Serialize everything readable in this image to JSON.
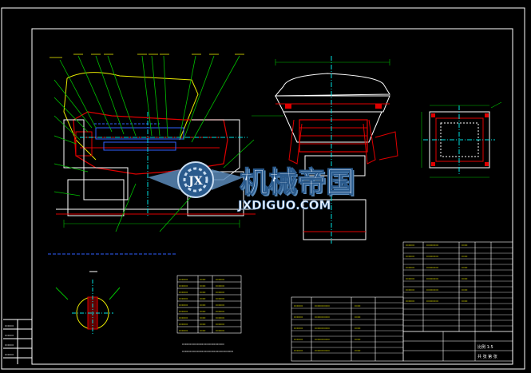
{
  "drawing": {
    "title": "CAD engineering drawing",
    "background": "#000000",
    "colors": {
      "frame": "#ffffff",
      "line_red": "#e00000",
      "line_yellow": "#e8e800",
      "line_blue": "#3060ff",
      "line_cyan": "#00e0e0",
      "line_green": "#00c000",
      "line_white": "#ffffff"
    }
  },
  "watermark": {
    "text_cn": "机械帝国",
    "text_en": "JXDIGUO.COM",
    "logo_letters": "JX",
    "color_text": "#e8f2ff",
    "color_shadow": "#5a8ab8",
    "color_logo": "#2a5a8c"
  },
  "title_block": {
    "scale_label": "比例 1:5",
    "sheet_label": "共 张 第 张"
  }
}
